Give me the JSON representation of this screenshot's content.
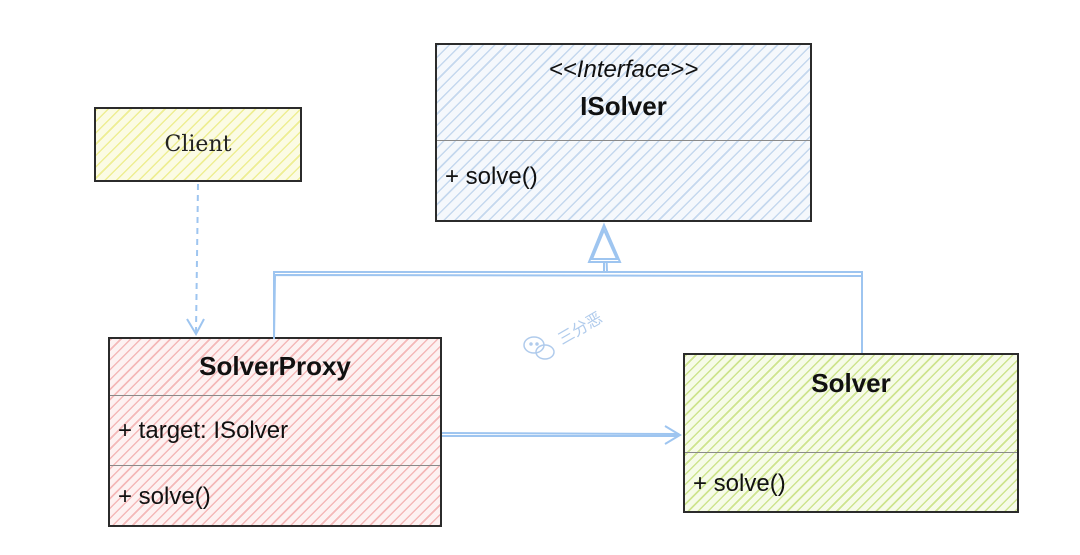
{
  "client": {
    "name": "Client"
  },
  "isolver": {
    "stereotype": "<<Interface>>",
    "name": "ISolver",
    "methods": [
      "+ solve()"
    ]
  },
  "solver_proxy": {
    "name": "SolverProxy",
    "attributes": [
      "+ target: ISolver"
    ],
    "methods": [
      "+ solve()"
    ]
  },
  "solver": {
    "name": "Solver",
    "methods": [
      "+ solve()"
    ]
  },
  "watermark": {
    "text": "三分恶"
  },
  "colors": {
    "connector": "#9ec5f0",
    "outline": "#2b2b2b",
    "interface_fill": "#dfe9f6",
    "client_fill": "#f3f39a",
    "proxy_fill": "#f6c6c6",
    "solver_fill": "#dcee9c"
  }
}
